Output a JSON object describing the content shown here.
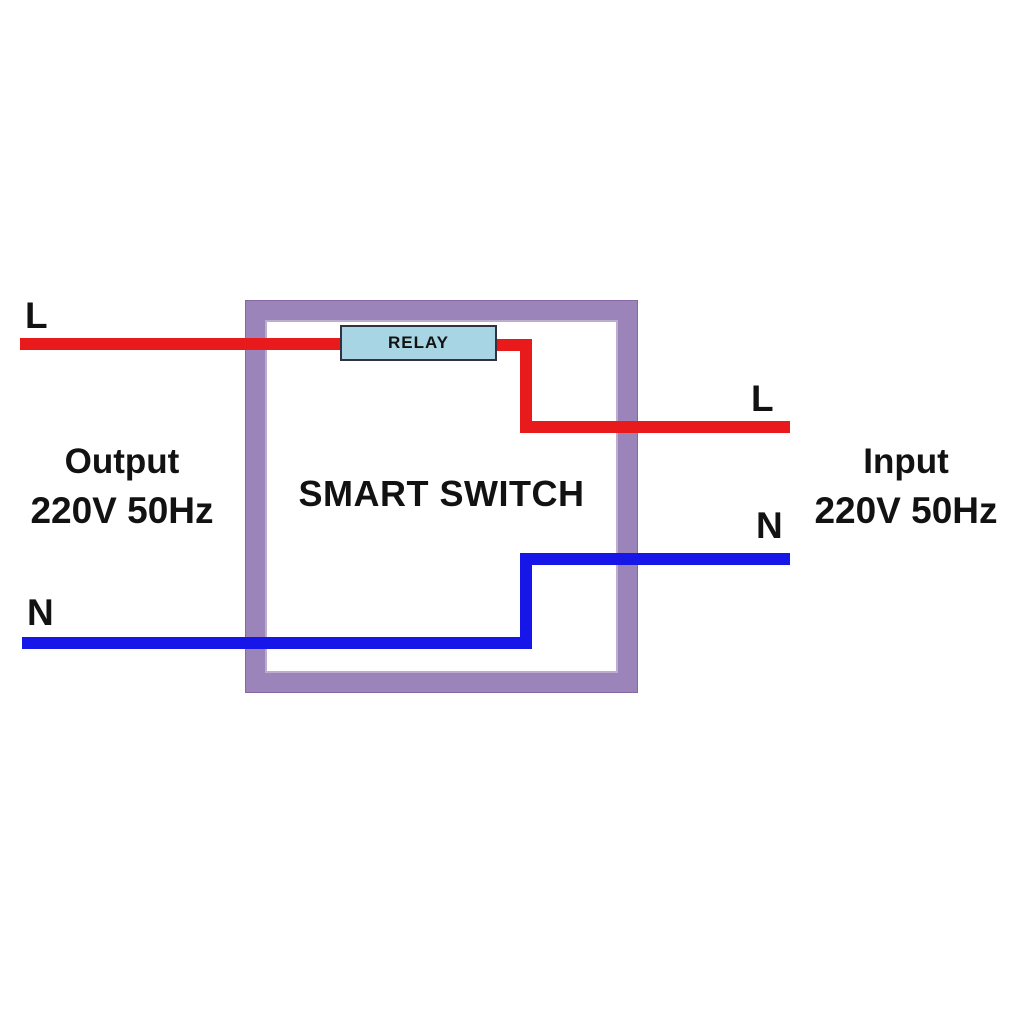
{
  "diagram": {
    "title": "SMART SWITCH",
    "relay": {
      "label": "RELAY"
    },
    "output_side": {
      "live_label": "L",
      "neutral_label": "N",
      "caption": "Output",
      "rating": "220V 50Hz"
    },
    "input_side": {
      "live_label": "L",
      "neutral_label": "N",
      "caption": "Input",
      "rating": "220V 50Hz"
    },
    "colors": {
      "live_wire": "#e81a1c",
      "neutral_wire": "#1616e8",
      "frame": "#9b84ba",
      "frame_edge": "#8568a4",
      "relay_fill": "#a7d5e3",
      "relay_border": "#32323f",
      "text": "#121212"
    }
  }
}
